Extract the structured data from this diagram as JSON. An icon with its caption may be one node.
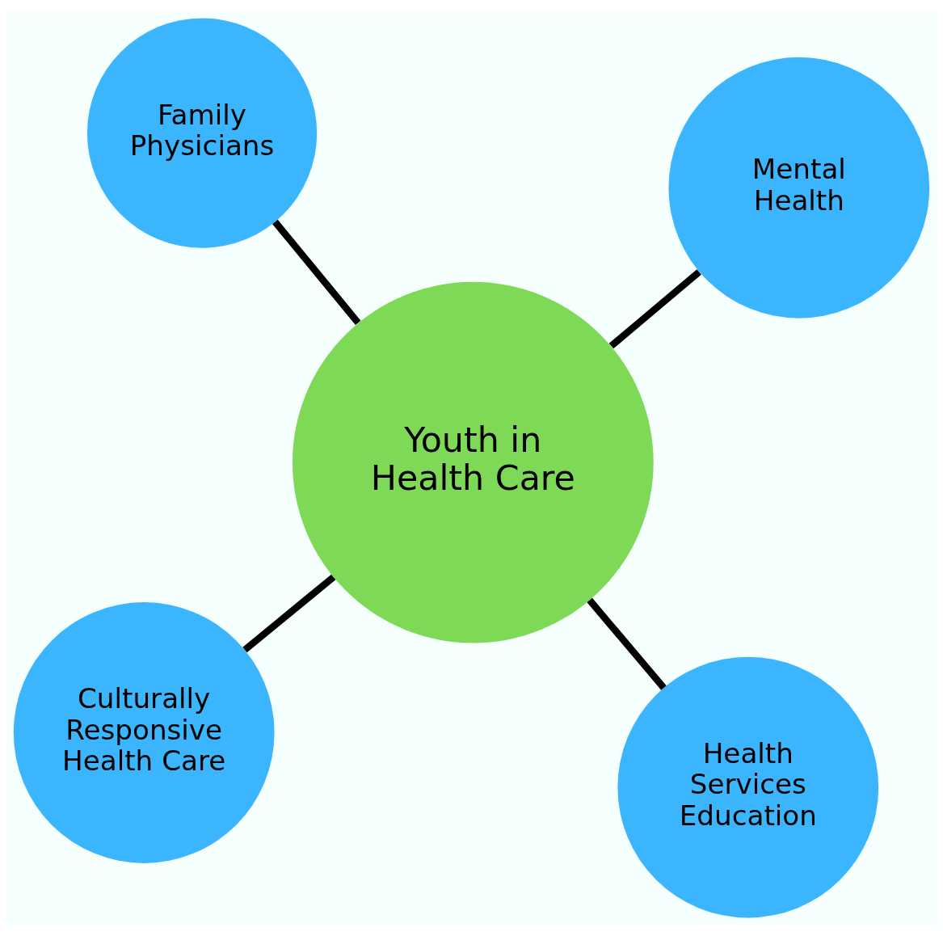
{
  "diagram": {
    "nodes": [
      {
        "text": [
          "Culturally Responsive Health Care"
        ]
      },
      {
        "text": [
          "Health Services Education"
        ]
      },
      {
        "text": [
          "Youth in Health Care"
        ]
      },
      {
        "text": [
          "Family Physicians"
        ]
      },
      {
        "text": [
          "Mental Health"
        ]
      }
    ],
    "edges": [
      {
        "from": 2,
        "to": 0,
        "arrow": "none"
      },
      {
        "from": 2,
        "to": 1,
        "arrow": "none"
      },
      {
        "from": 2,
        "to": 3,
        "arrow": "none"
      },
      {
        "from": 2,
        "to": 4,
        "arrow": "none"
      }
    ]
  }
}
